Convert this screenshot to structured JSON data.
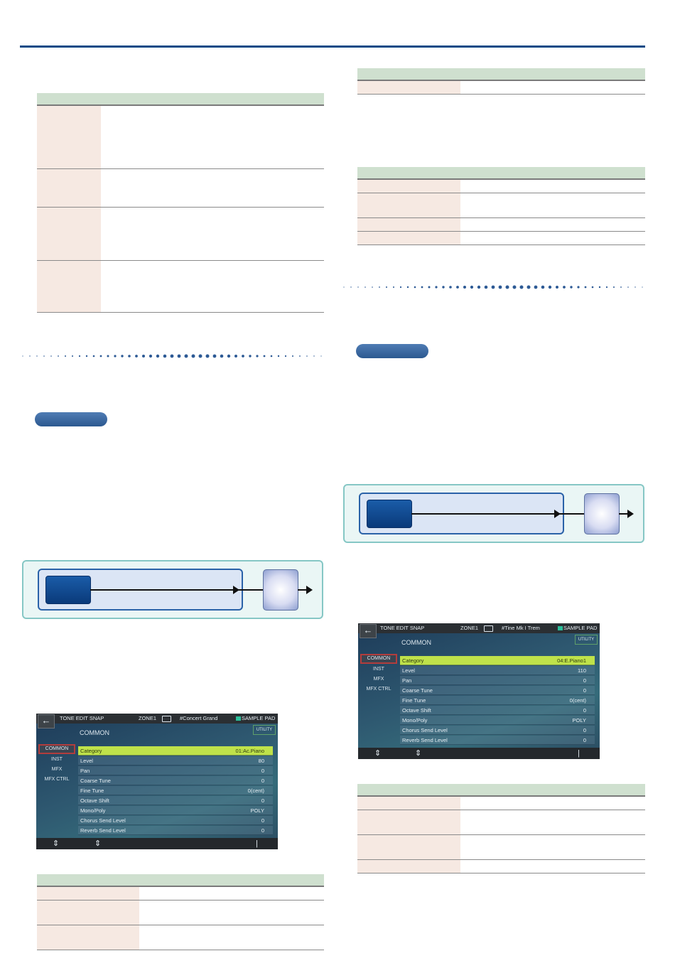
{
  "screens": [
    {
      "title": "TONE EDIT SNAP",
      "zone": "ZONE1",
      "tone_name": "#Concert Grand",
      "pad_label": "SAMPLE PAD",
      "page_title": "COMMON",
      "utility_label": "UTILITY",
      "back_icon": "left-arrow-icon",
      "tabs": [
        "COMMON",
        "INST",
        "MFX",
        "MFX CTRL"
      ],
      "params": [
        {
          "name": "Category",
          "value": "01:Ac.Piano"
        },
        {
          "name": "Level",
          "value": "80"
        },
        {
          "name": "Pan",
          "value": "0"
        },
        {
          "name": "Coarse Tune",
          "value": "0"
        },
        {
          "name": "Fine Tune",
          "value": "0(cent)"
        },
        {
          "name": "Octave Shift",
          "value": "0"
        },
        {
          "name": "Mono/Poly",
          "value": "POLY"
        },
        {
          "name": "Chorus Send Level",
          "value": "0"
        },
        {
          "name": "Reverb Send Level",
          "value": "0"
        }
      ],
      "footer": [
        "⇕",
        "⇕",
        "|"
      ]
    },
    {
      "title": "TONE EDIT SNAP",
      "zone": "ZONE1",
      "tone_name": "#Tine Mk I Trem",
      "pad_label": "SAMPLE PAD",
      "page_title": "COMMON",
      "utility_label": "UTILITY",
      "back_icon": "left-arrow-icon",
      "tabs": [
        "COMMON",
        "INST",
        "MFX",
        "MFX CTRL"
      ],
      "params": [
        {
          "name": "Category",
          "value": "04:E.Piano1"
        },
        {
          "name": "Level",
          "value": "110"
        },
        {
          "name": "Pan",
          "value": "0"
        },
        {
          "name": "Coarse Tune",
          "value": "0"
        },
        {
          "name": "Fine Tune",
          "value": "0(cent)"
        },
        {
          "name": "Octave Shift",
          "value": "0"
        },
        {
          "name": "Mono/Poly",
          "value": "POLY"
        },
        {
          "name": "Chorus Send Level",
          "value": "0"
        },
        {
          "name": "Reverb Send Level",
          "value": "0"
        }
      ],
      "footer": [
        "⇕",
        "⇕",
        "|"
      ]
    }
  ],
  "colors": {
    "accent_blue": "#0c4a86",
    "table_header": "#cfe0cf",
    "table_key": "#f6e9e2",
    "highlight_row": "#bfe24a"
  }
}
